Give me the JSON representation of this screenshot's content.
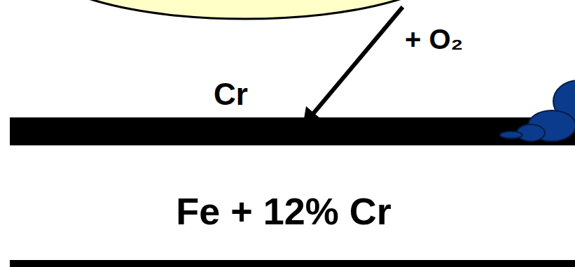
{
  "diagram": {
    "labels": [
      "+ O₂",
      "Cr",
      "Fe + 12% Cr"
    ]
  }
}
